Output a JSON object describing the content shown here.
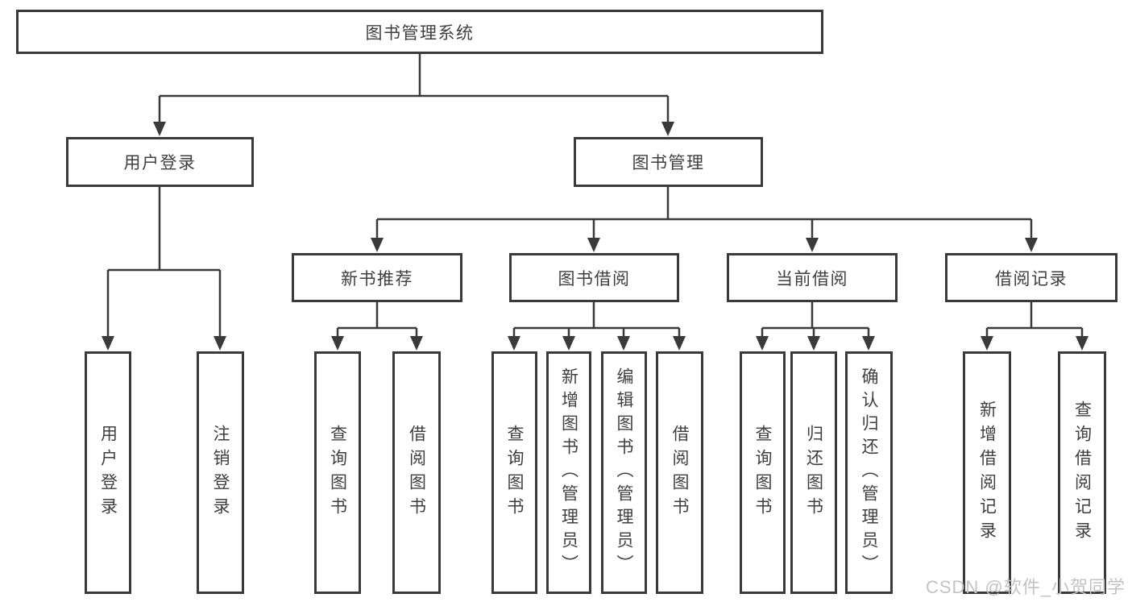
{
  "title": "图书管理系统",
  "colors": {
    "line": "#3a3a3a",
    "text": "#3f3f3f",
    "box_bg": "#ffffff",
    "watermark": "#c3c3c3"
  },
  "watermark": {
    "text": "CSDN @软件_小贺同学"
  },
  "tree": {
    "label": "图书管理系统",
    "children": [
      {
        "label": "用户登录",
        "children": [
          {
            "label": "用户登录"
          },
          {
            "label": "注销登录"
          }
        ]
      },
      {
        "label": "图书管理",
        "children": [
          {
            "label": "新书推荐",
            "children": [
              {
                "label": "查询图书"
              },
              {
                "label": "借阅图书"
              }
            ]
          },
          {
            "label": "图书借阅",
            "children": [
              {
                "label": "查询图书"
              },
              {
                "label": "新增图书（管理员）"
              },
              {
                "label": "编辑图书（管理员）"
              },
              {
                "label": "借阅图书"
              }
            ]
          },
          {
            "label": "当前借阅",
            "children": [
              {
                "label": "查询图书"
              },
              {
                "label": "归还图书"
              },
              {
                "label": "确认归还（管理员）"
              }
            ]
          },
          {
            "label": "借阅记录",
            "children": [
              {
                "label": "新增借阅记录"
              },
              {
                "label": "查询借阅记录"
              }
            ]
          }
        ]
      }
    ]
  }
}
